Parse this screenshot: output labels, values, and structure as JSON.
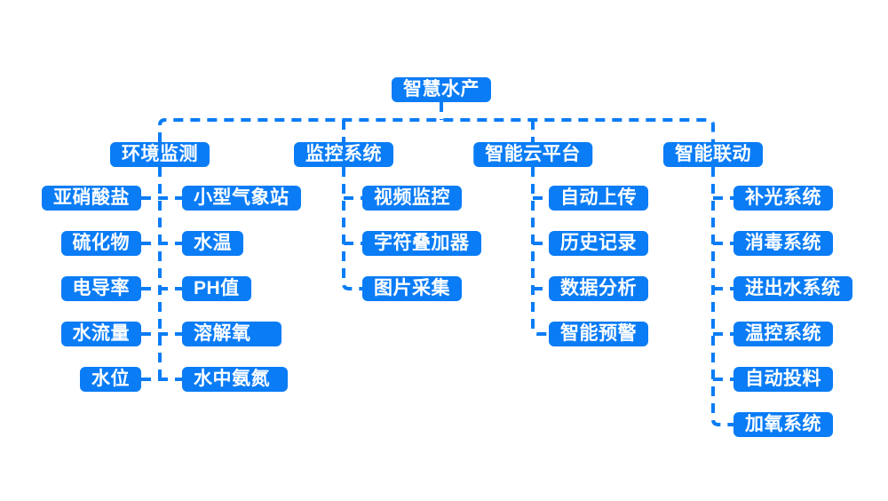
{
  "diagram": {
    "colors": {
      "node_background": "#0a7cf6",
      "node_text": "#ffffff",
      "connector": "#0a7cf6",
      "canvas_background": "#ffffff"
    },
    "root": {
      "label": "智慧水产"
    },
    "branches": [
      {
        "label": "环境监测",
        "left_children": [
          {
            "label": "亚硝酸盐"
          },
          {
            "label": "硫化物"
          },
          {
            "label": "电导率"
          },
          {
            "label": "水流量"
          },
          {
            "label": "水位"
          }
        ],
        "right_children": [
          {
            "label": "小型气象站"
          },
          {
            "label": "水温"
          },
          {
            "label": "PH值"
          },
          {
            "label": "溶解氧"
          },
          {
            "label": "水中氨氮"
          }
        ]
      },
      {
        "label": "监控系统",
        "children": [
          {
            "label": "视频监控"
          },
          {
            "label": "字符叠加器"
          },
          {
            "label": "图片采集"
          }
        ]
      },
      {
        "label": "智能云平台",
        "children": [
          {
            "label": "自动上传"
          },
          {
            "label": "历史记录"
          },
          {
            "label": "数据分析"
          },
          {
            "label": "智能预警"
          }
        ]
      },
      {
        "label": "智能联动",
        "children": [
          {
            "label": "补光系统"
          },
          {
            "label": "消毒系统"
          },
          {
            "label": "进出水系统"
          },
          {
            "label": "温控系统"
          },
          {
            "label": "自动投料"
          },
          {
            "label": "加氧系统"
          }
        ]
      }
    ]
  }
}
